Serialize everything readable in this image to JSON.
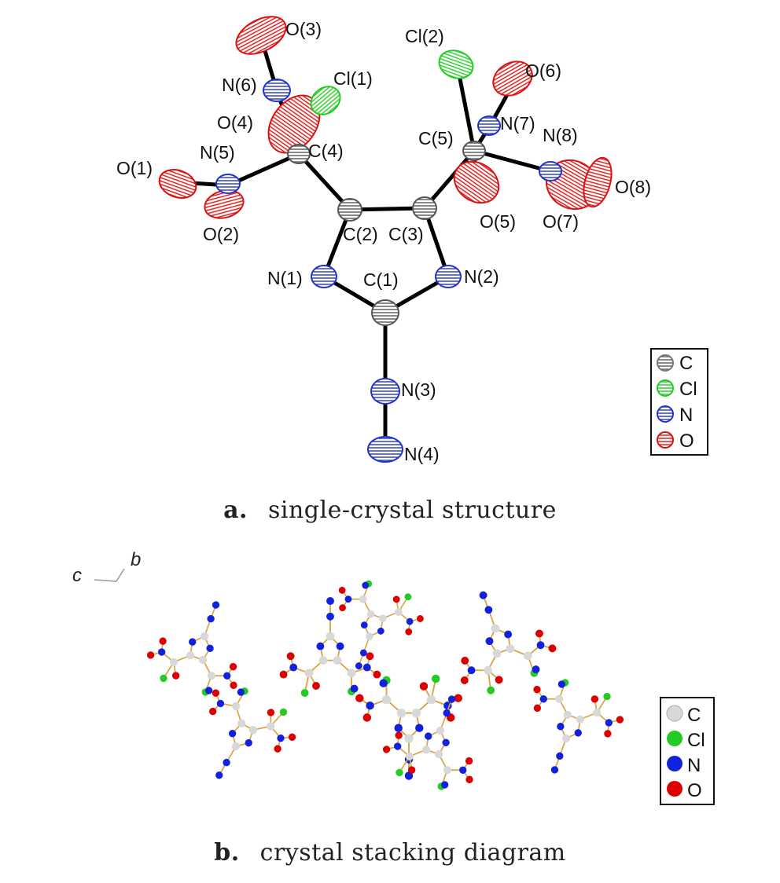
{
  "panel_a": {
    "caption_letter": "a.",
    "caption_text": "single-crystal structure",
    "atoms": [
      {
        "label": "C(1)",
        "element": "C"
      },
      {
        "label": "C(2)",
        "element": "C"
      },
      {
        "label": "C(3)",
        "element": "C"
      },
      {
        "label": "C(4)",
        "element": "C"
      },
      {
        "label": "C(5)",
        "element": "C"
      },
      {
        "label": "N(1)",
        "element": "N"
      },
      {
        "label": "N(2)",
        "element": "N"
      },
      {
        "label": "N(3)",
        "element": "N"
      },
      {
        "label": "N(4)",
        "element": "N"
      },
      {
        "label": "N(5)",
        "element": "N"
      },
      {
        "label": "N(6)",
        "element": "N"
      },
      {
        "label": "N(7)",
        "element": "N"
      },
      {
        "label": "N(8)",
        "element": "N"
      },
      {
        "label": "Cl(1)",
        "element": "Cl"
      },
      {
        "label": "Cl(2)",
        "element": "Cl"
      },
      {
        "label": "O(1)",
        "element": "O"
      },
      {
        "label": "O(2)",
        "element": "O"
      },
      {
        "label": "O(3)",
        "element": "O"
      },
      {
        "label": "O(4)",
        "element": "O"
      },
      {
        "label": "O(5)",
        "element": "O"
      },
      {
        "label": "O(6)",
        "element": "O"
      },
      {
        "label": "O(7)",
        "element": "O"
      },
      {
        "label": "O(8)",
        "element": "O"
      }
    ],
    "legend": [
      {
        "label": "C",
        "color": "#8c8c8c"
      },
      {
        "label": "Cl",
        "color": "#22cc22"
      },
      {
        "label": "N",
        "color": "#2233cc"
      },
      {
        "label": "O",
        "color": "#dd1111"
      }
    ]
  },
  "panel_b": {
    "caption_letter": "b.",
    "caption_text": "crystal stacking diagram",
    "axis_c": "c",
    "axis_b": "b",
    "legend": [
      {
        "label": "C",
        "color": "#d8d8d8"
      },
      {
        "label": "Cl",
        "color": "#22cc22"
      },
      {
        "label": "N",
        "color": "#1122dd"
      },
      {
        "label": "O",
        "color": "#dd0000"
      }
    ]
  }
}
